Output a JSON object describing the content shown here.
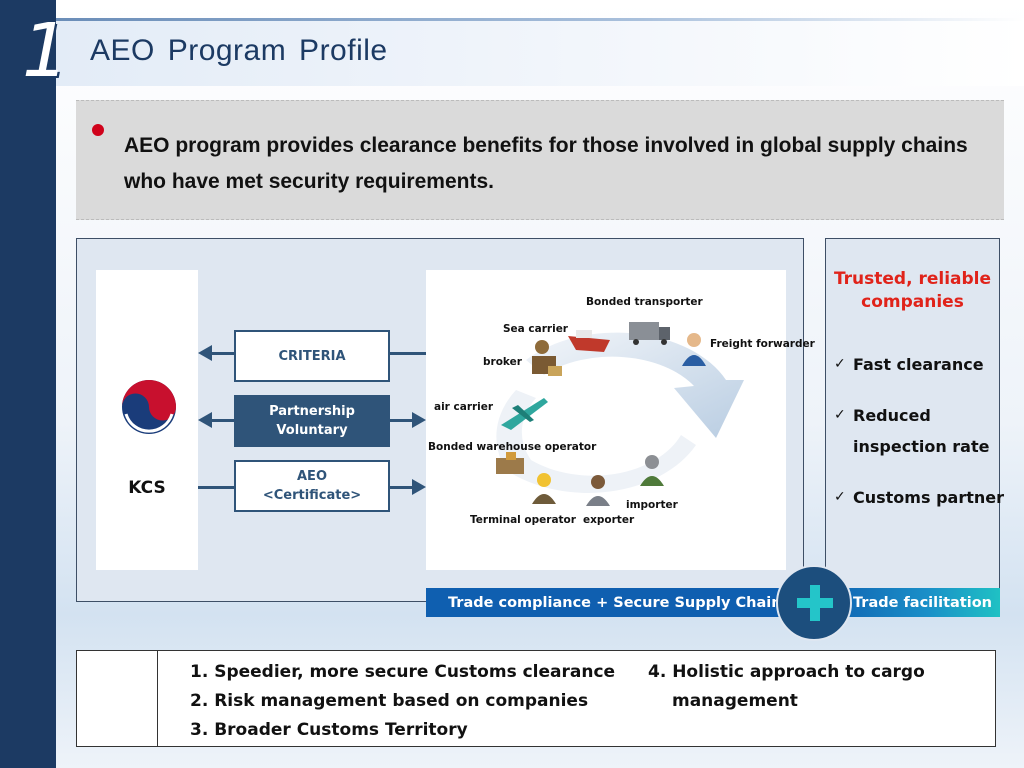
{
  "header": {
    "section_number": "1",
    "title": "AEO  Program  Profile"
  },
  "intro": {
    "text": "AEO program provides clearance benefits for those involved  in global supply chains who have met security requirements."
  },
  "kcs": {
    "label": "KCS"
  },
  "flows": {
    "criteria": "CRITERIA",
    "partnership_line1": "Partnership",
    "partnership_line2": "Voluntary",
    "aeo_line1": "AEO",
    "aeo_line2": "<Certificate>"
  },
  "supply_chain": {
    "nodes": [
      {
        "key": "bonded_transporter",
        "label": "Bonded transporter"
      },
      {
        "key": "sea_carrier",
        "label": "Sea carrier"
      },
      {
        "key": "freight_forwarder",
        "label": "Freight forwarder"
      },
      {
        "key": "broker",
        "label": "broker"
      },
      {
        "key": "air_carrier",
        "label": "air carrier"
      },
      {
        "key": "bonded_warehouse_operator",
        "label": "Bonded warehouse operator"
      },
      {
        "key": "importer",
        "label": "importer"
      },
      {
        "key": "terminal_operator",
        "label": "Terminal operator"
      },
      {
        "key": "exporter",
        "label": "exporter"
      }
    ]
  },
  "benefits": {
    "title_line1": "Trusted, reliable",
    "title_line2": "companies",
    "items": [
      {
        "line1": "Fast clearance",
        "line2": ""
      },
      {
        "line1": "Reduced",
        "line2": "inspection rate"
      },
      {
        "line1": "Customs partner",
        "line2": ""
      }
    ],
    "check_symbol": "✓"
  },
  "banners": {
    "left": "Trade compliance + Secure Supply Chain",
    "right": "Trade facilitation"
  },
  "bottom_list": {
    "items": [
      "1.  Speedier, more secure Customs clearance",
      "2.  Risk management based on companies",
      "3.  Broader Customs Territory",
      "4.  Holistic approach to cargo",
      "management"
    ]
  },
  "colors": {
    "navy": "#1c3a63",
    "arrow_blue": "#2f5479",
    "accent_red": "#e0231a",
    "banner_blue": "#0f5fb0",
    "plus_teal": "#24c5c9"
  }
}
